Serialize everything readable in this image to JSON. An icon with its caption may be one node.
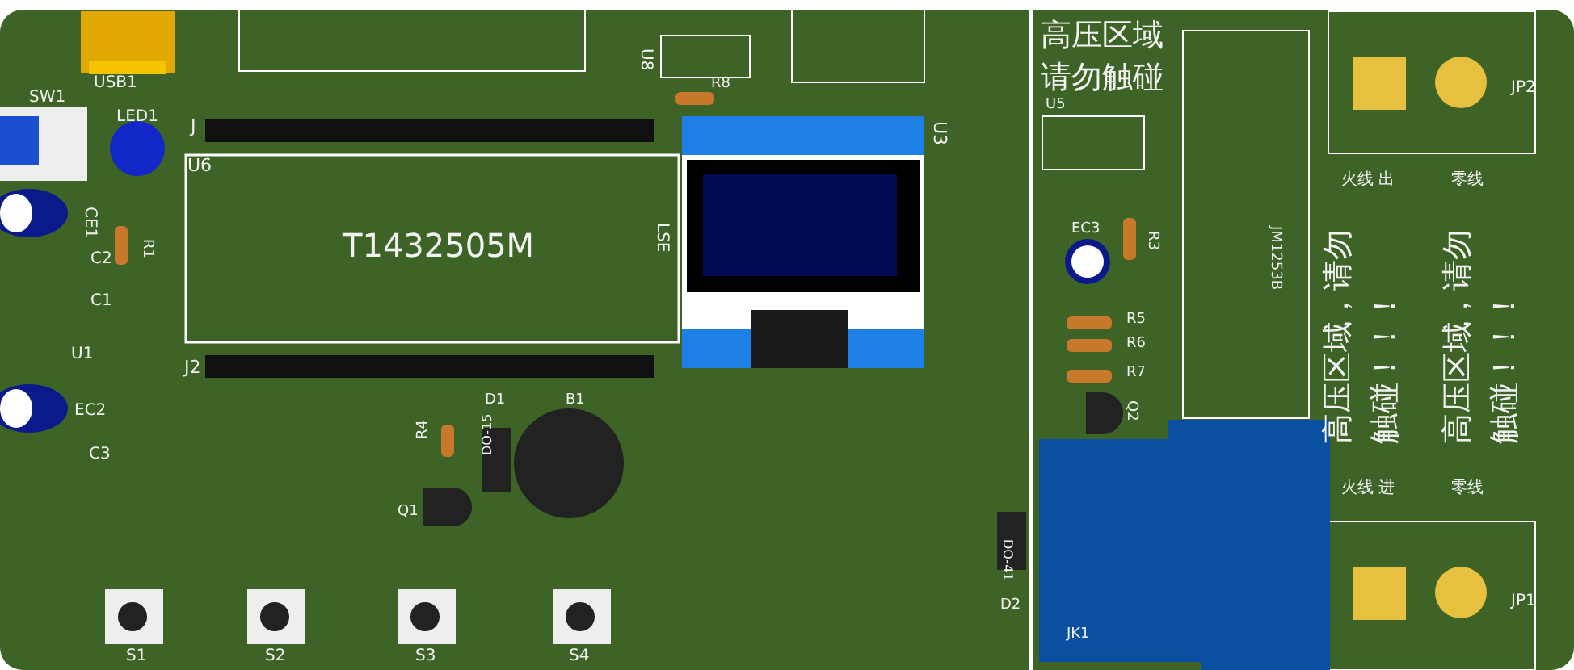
{
  "diagram": {
    "labels": [
      "USB1",
      "SW1",
      "LED1",
      "J",
      "U6",
      "T1432505M",
      "LSE",
      "U8",
      "R8",
      "U3",
      "CE1",
      "R1",
      "C2",
      "C1",
      "U1",
      "J2",
      "EC2",
      "D1",
      "B1",
      "C3",
      "R4",
      "DO-15",
      "Q1",
      "S1",
      "S2",
      "S3",
      "S4",
      "高压区域请勿触碰",
      "U5",
      "EC3",
      "R3",
      "JM1253B",
      "R5",
      "R6",
      "R7",
      "Q2",
      "D2",
      "DO-41",
      "JP2",
      "火线 出",
      "零线",
      "高压区域，请勿触碰！！！",
      "高压区域，请勿触碰！！！",
      "火线 进",
      "零线",
      "JK1",
      "JP1"
    ]
  }
}
